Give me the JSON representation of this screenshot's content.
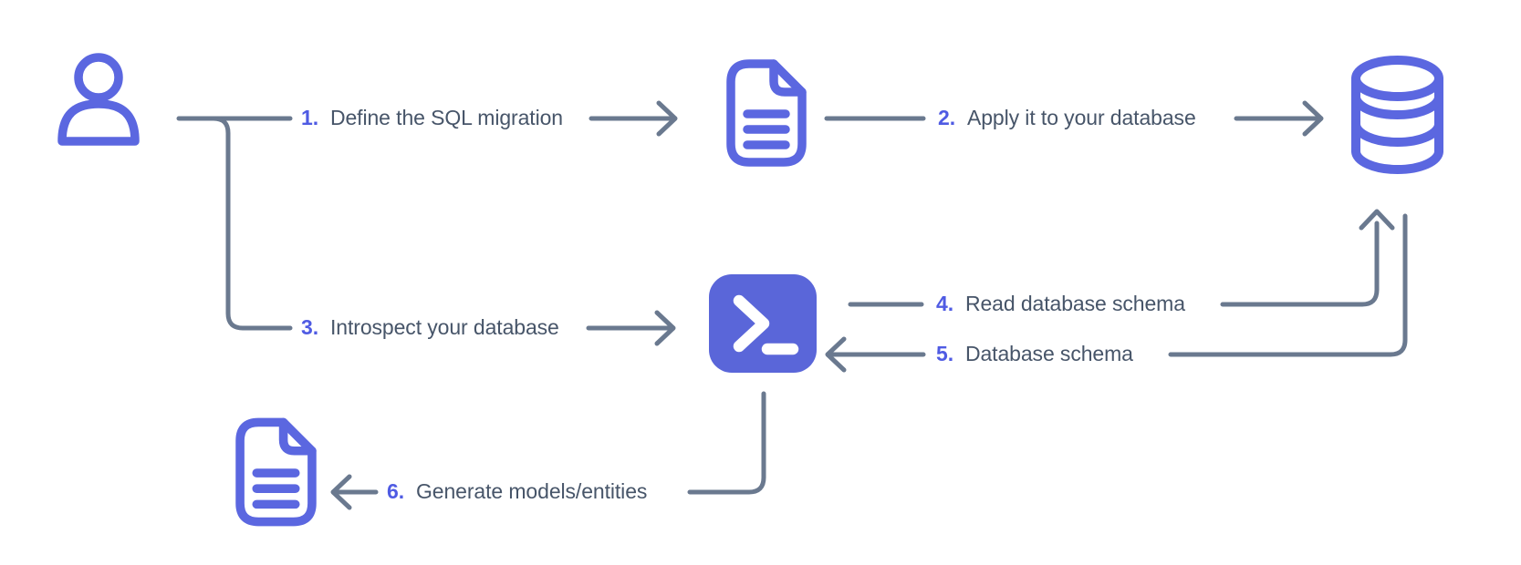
{
  "diagram": {
    "type": "flowchart",
    "description": "Database migration and introspection workflow",
    "steps": [
      {
        "number": "1.",
        "label": "Define the SQL migration",
        "from": "user",
        "to": "migration-file"
      },
      {
        "number": "2.",
        "label": "Apply it to your database",
        "from": "migration-file",
        "to": "database"
      },
      {
        "number": "3.",
        "label": "Introspect your database",
        "from": "user",
        "to": "cli-terminal"
      },
      {
        "number": "4.",
        "label": "Read database schema",
        "from": "cli-terminal",
        "to": "database"
      },
      {
        "number": "5.",
        "label": "Database schema",
        "from": "database",
        "to": "cli-terminal"
      },
      {
        "number": "6.",
        "label": "Generate models/entities",
        "from": "cli-terminal",
        "to": "models-file"
      }
    ],
    "nodes": [
      {
        "id": "user",
        "icon": "user-icon"
      },
      {
        "id": "migration-file",
        "icon": "file-text-icon"
      },
      {
        "id": "database",
        "icon": "database-icon"
      },
      {
        "id": "cli-terminal",
        "icon": "terminal-icon"
      },
      {
        "id": "models-file",
        "icon": "file-text-icon"
      }
    ],
    "colors": {
      "accent": "#5B67E0",
      "terminal_fill": "#5A66D9",
      "number": "#4F5BE3",
      "text": "#475569",
      "line": "#6A798F",
      "background": "#FFFFFF"
    }
  }
}
